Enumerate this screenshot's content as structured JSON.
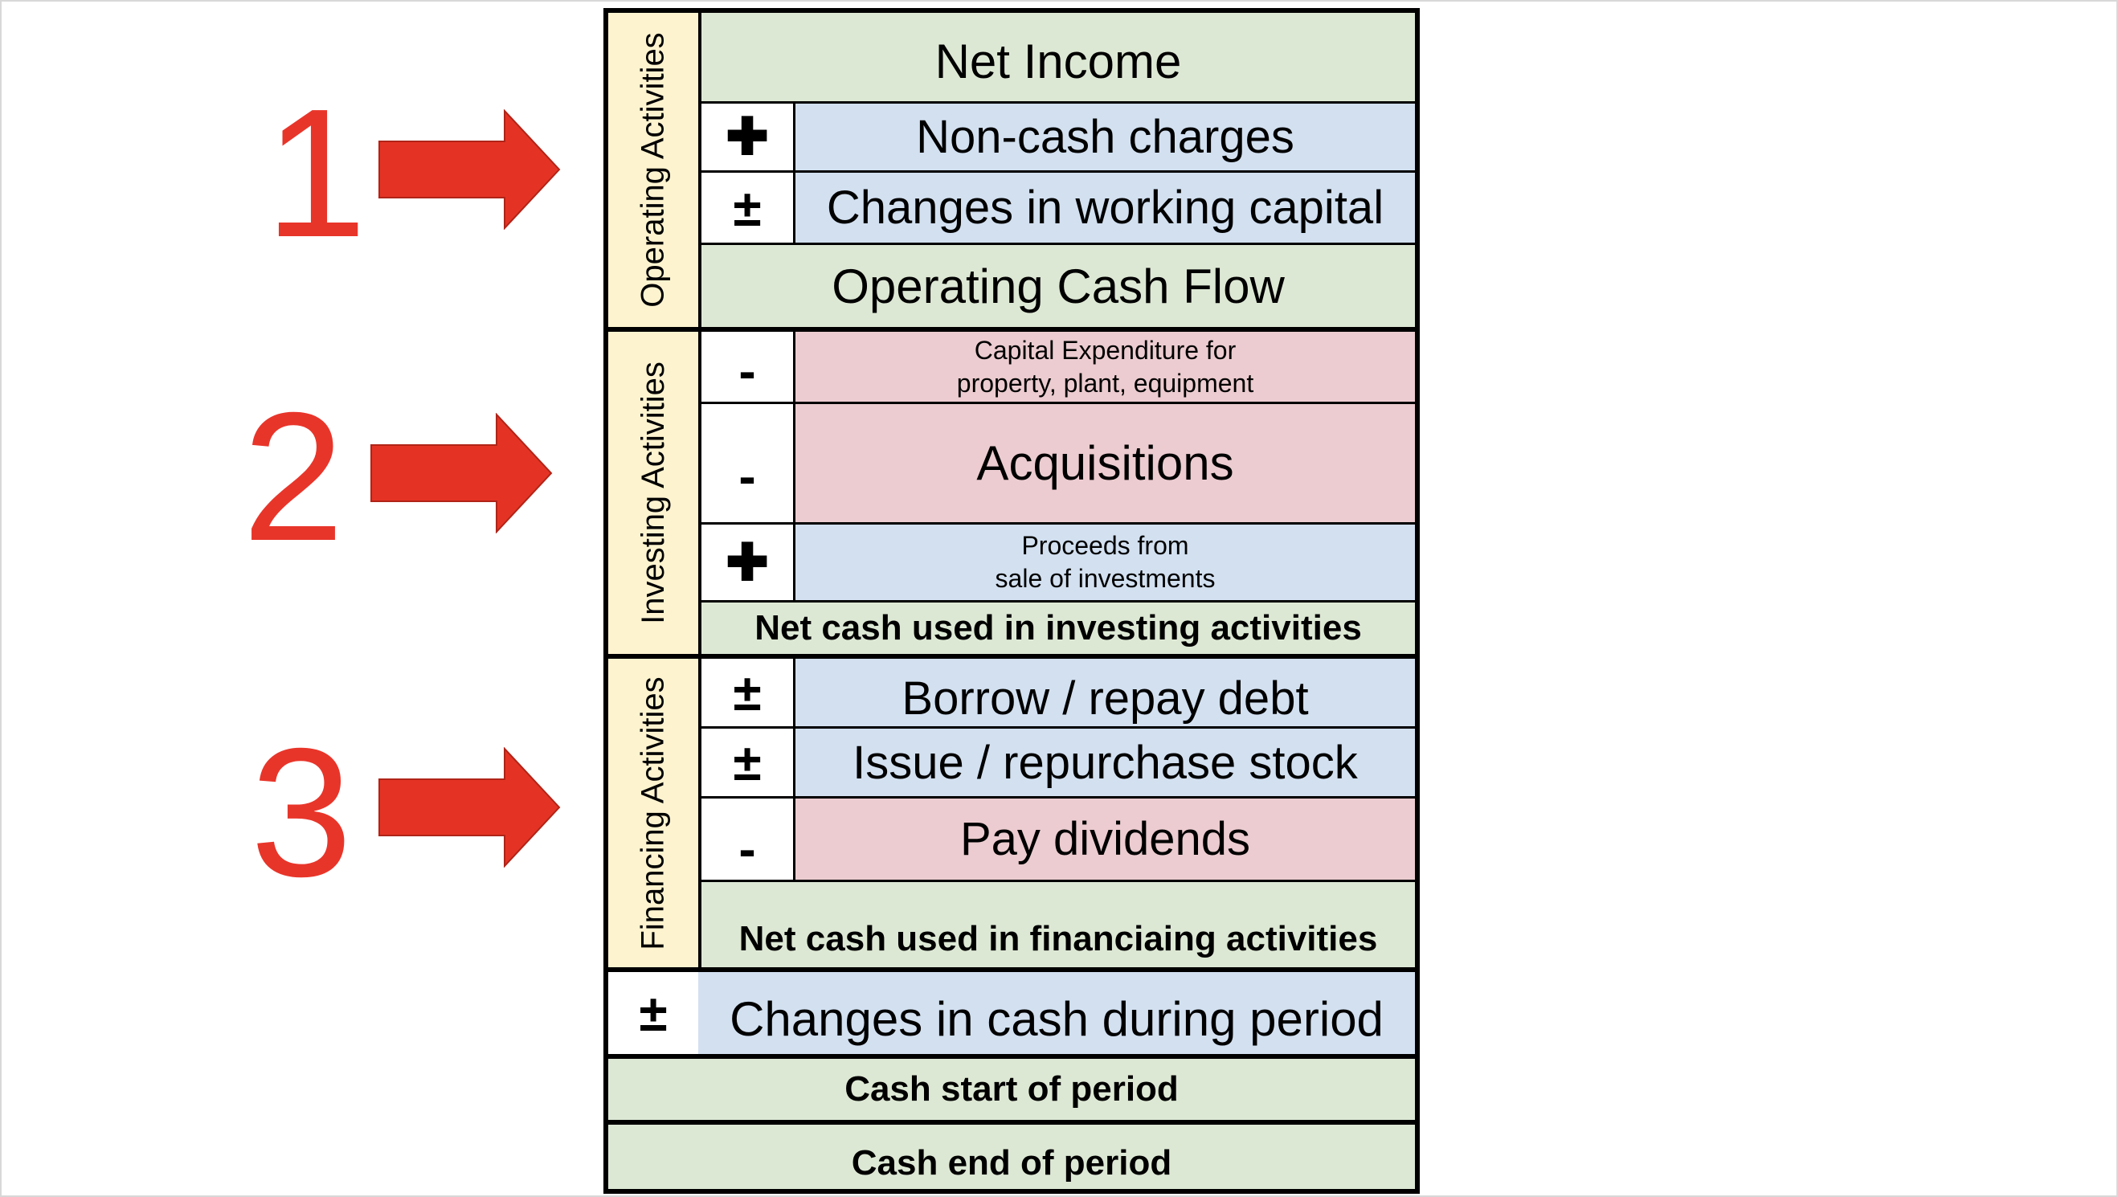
{
  "steps": [
    {
      "number": "1"
    },
    {
      "number": "2"
    },
    {
      "number": "3"
    }
  ],
  "colors": {
    "accent_red": "#e8352a",
    "green": "#dde8d4",
    "blue": "#d2e0f0",
    "pink": "#ecccd0",
    "yellow": "#fdf3cf"
  },
  "sections": {
    "operating": "Operating Activities",
    "investing": "Investing Activities",
    "financing": "Financing Activities"
  },
  "rows": {
    "net_income": "Net Income",
    "non_cash": {
      "sign": "✚",
      "label": "Non-cash charges"
    },
    "working_capital": {
      "sign": "±",
      "label": "Changes in working capital"
    },
    "operating_cash_flow": "Operating Cash Flow",
    "capex": {
      "sign": "-",
      "label_line1": "Capital Expenditure for",
      "label_line2": "property, plant, equipment"
    },
    "acquisitions": {
      "sign": "-",
      "label": "Acquisitions"
    },
    "proceeds": {
      "sign": "✚",
      "label_line1": "Proceeds from",
      "label_line2": "sale of investments"
    },
    "net_investing": "Net cash used in investing activities",
    "borrow": {
      "sign": "±",
      "label": "Borrow / repay debt"
    },
    "issue_stock": {
      "sign": "±",
      "label": "Issue / repurchase stock"
    },
    "dividends": {
      "sign": "-",
      "label": "Pay dividends"
    },
    "net_financing": "Net cash used in financiaing activities",
    "change_cash": {
      "sign": "±",
      "label": "Changes in cash during period"
    },
    "cash_start": "Cash start of period",
    "cash_end": "Cash end of period"
  }
}
